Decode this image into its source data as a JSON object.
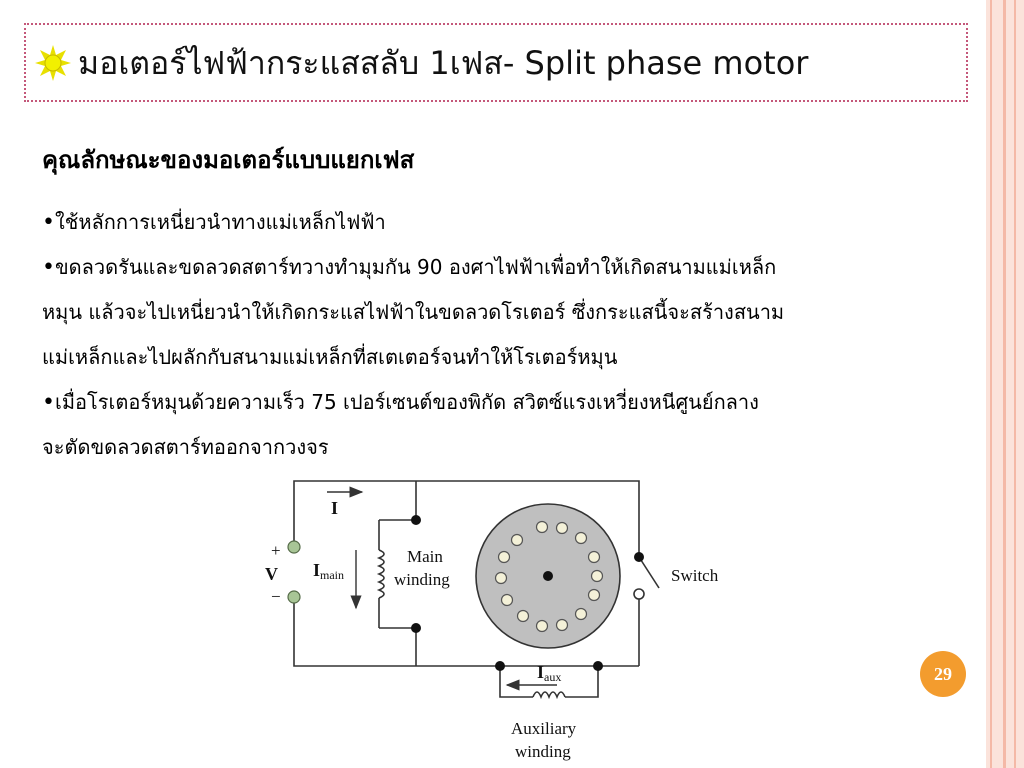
{
  "slide": {
    "title": "มอเตอร์ไฟฟ้ากระแสสลับ 1เฟส- Split phase motor",
    "heading": "คุณลักษณะของมอเตอร์แบบแยกเฟส",
    "lines": [
      "ใช้หลักการเหนี่ยวนำทางแม่เหล็กไฟฟ้า",
      "ขดลวดรันและขดลวดสตาร์ทวางทำมุมกัน 90 องศาไฟฟ้าเพื่อทำให้เกิดสนามแม่เหล็ก",
      "หมุน แล้วจะไปเหนี่ยวนำให้เกิดกระแสไฟฟ้าในขดลวดโรเตอร์ ซึ่งกระแสนี้จะสร้างสนาม",
      "แม่เหล็กและไปผลักกับสนามแม่เหล็กที่สเตเตอร์จนทำให้โรเตอร์หมุน",
      "เมื่อโรเตอร์หมุนด้วยความเร็ว 75 เปอร์เซนต์ของพิกัด   สวิตซ์แรงเหวี่ยงหนีศูนย์กลาง",
      "จะตัดขดลวดสตาร์ทออกจากวงจร"
    ],
    "bullet": "•",
    "page_number": "29"
  },
  "diagram": {
    "current_label": "I",
    "plus": "+",
    "minus": "−",
    "voltage": "V",
    "imain_base": "I",
    "imain_sub": "main",
    "main_winding_1": "Main",
    "main_winding_2": "winding",
    "switch_label": "Switch",
    "iaux_base": "I",
    "iaux_sub": "aux",
    "aux_winding_1": "Auxiliary",
    "aux_winding_2": "winding"
  },
  "colors": {
    "accent_stripe": "#f4b9a7",
    "title_border": "#c4587a",
    "page_badge": "#f39c2e",
    "rotor_fill": "#bfbfbf",
    "arrow": "#333333"
  }
}
